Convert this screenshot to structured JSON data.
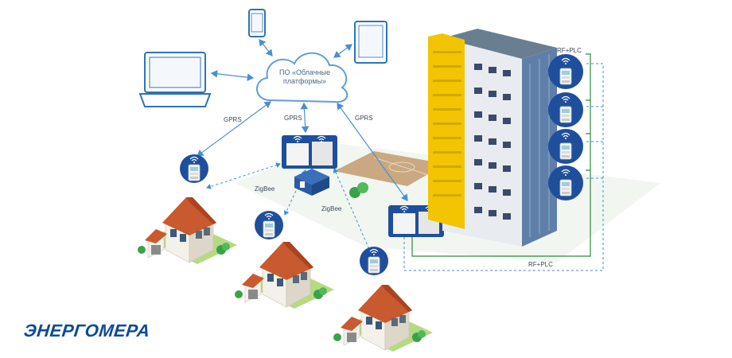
{
  "cloud": {
    "label": "ПО «Облачные платформы»"
  },
  "links": {
    "gprs_left": "GPRS",
    "gprs_center": "GPRS",
    "gprs_right": "GPRS",
    "zigbee_1": "ZigBee",
    "zigbee_2": "ZigBee",
    "rfplc_top": "RF+PLC",
    "rfplc_bottom": "RF+PLC"
  },
  "brand": {
    "logo_text": "ЭНЕРГОМЕРА"
  },
  "colors": {
    "accent_blue": "#0d4a9a",
    "meter_badge": "#1f4f9c",
    "arrow": "#4a8fd0",
    "building_yellow": "#f2c500",
    "green_line": "#2e8b3e",
    "roof": "#c9592e",
    "lawn": "#a8d66a"
  },
  "icons": [
    "laptop-icon",
    "smartphone-icon",
    "tablet-icon",
    "cloud-icon",
    "electricity-meter-icon",
    "concentrator-icon",
    "house-icon",
    "apartment-building-icon"
  ]
}
